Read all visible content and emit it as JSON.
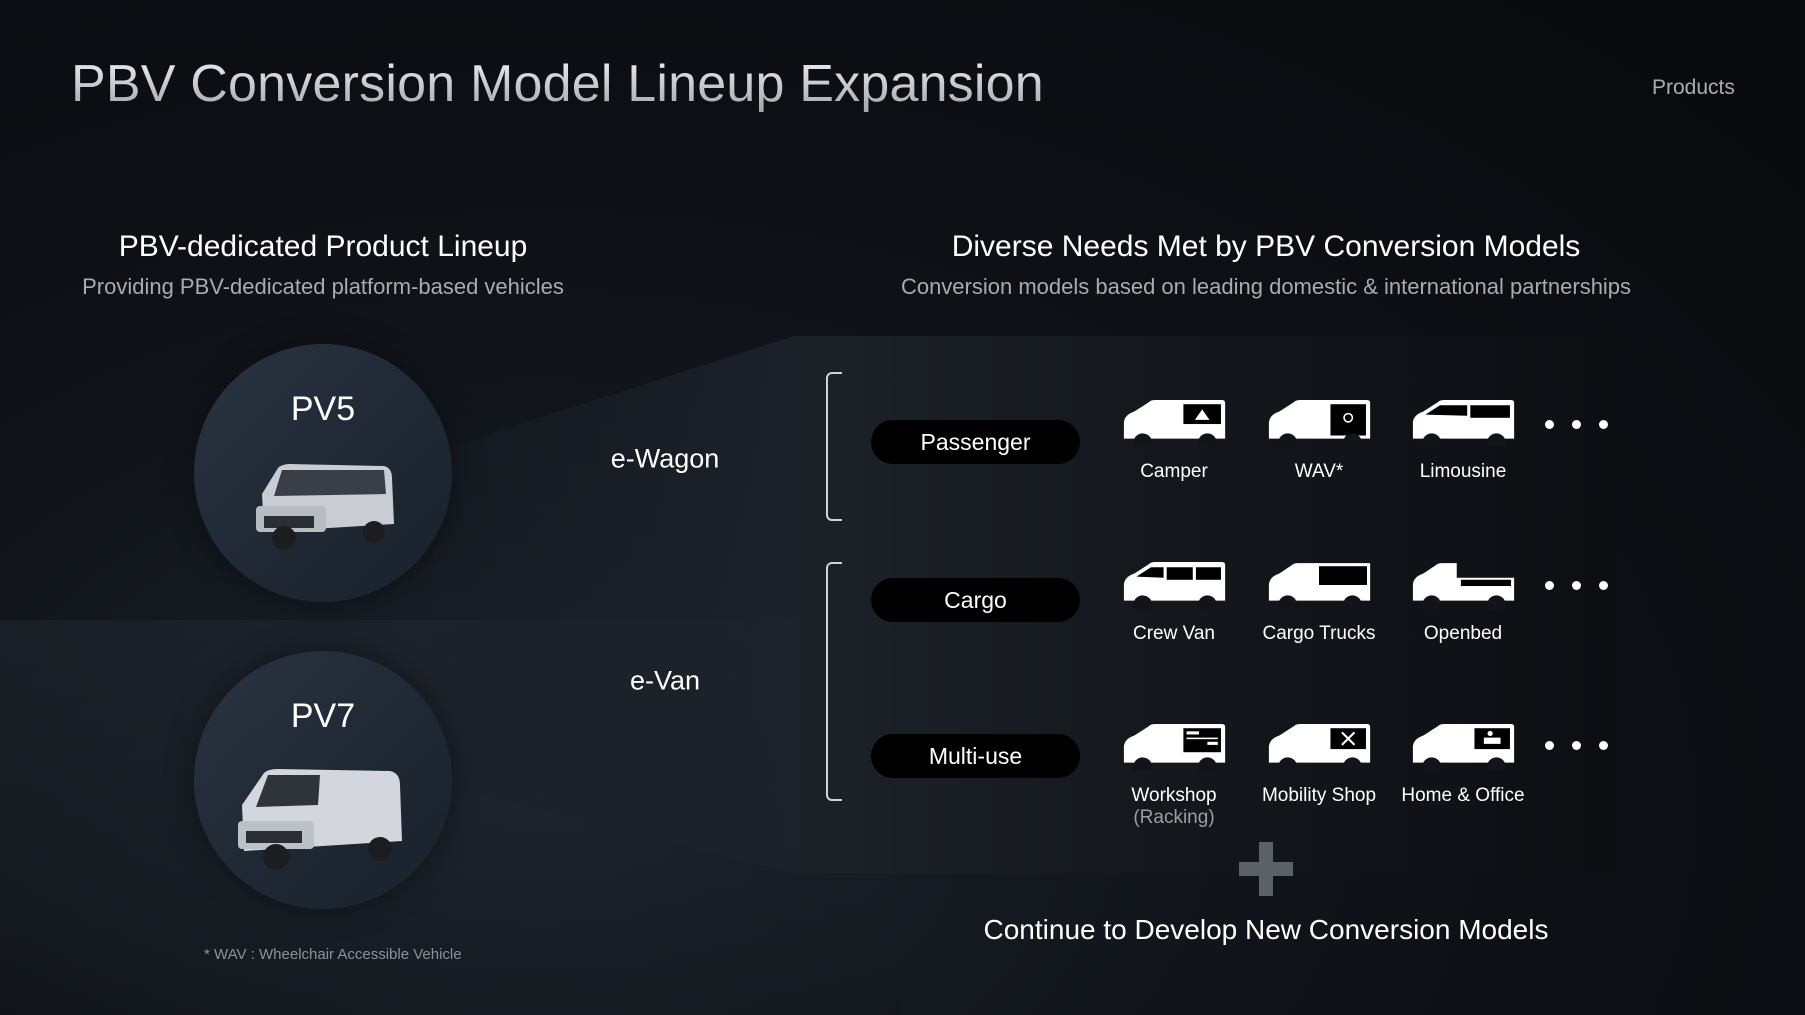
{
  "header": {
    "title": "PBV Conversion Model Lineup Expansion",
    "section": "Products"
  },
  "left": {
    "heading": "PBV-dedicated Product Lineup",
    "subheading": "Providing PBV-dedicated platform-based vehicles",
    "models": [
      {
        "label": "PV5",
        "segment": "e-Wagon"
      },
      {
        "label": "PV7",
        "segment": "e-Van"
      }
    ]
  },
  "right": {
    "heading": "Diverse Needs Met by PBV Conversion Models",
    "subheading": "Conversion models based on leading domestic & international partnerships",
    "categories": [
      {
        "label": "Passenger",
        "items": [
          {
            "name": "Camper",
            "icon": "camper-van-icon"
          },
          {
            "name": "WAV*",
            "icon": "wheelchair-van-icon"
          },
          {
            "name": "Limousine",
            "icon": "limousine-van-icon"
          }
        ]
      },
      {
        "label": "Cargo",
        "items": [
          {
            "name": "Crew Van",
            "icon": "crew-van-icon"
          },
          {
            "name": "Cargo Trucks",
            "icon": "cargo-truck-icon"
          },
          {
            "name": "Openbed",
            "icon": "openbed-truck-icon"
          }
        ]
      },
      {
        "label": "Multi-use",
        "items": [
          {
            "name": "Workshop",
            "name2": "(Racking)",
            "icon": "workshop-van-icon"
          },
          {
            "name": "Mobility Shop",
            "icon": "tools-van-icon"
          },
          {
            "name": "Home & Office",
            "icon": "office-van-icon"
          }
        ]
      }
    ],
    "footer": "Continue to Develop New Conversion Models"
  },
  "footnote": "* WAV : Wheelchair Accessible Vehicle"
}
